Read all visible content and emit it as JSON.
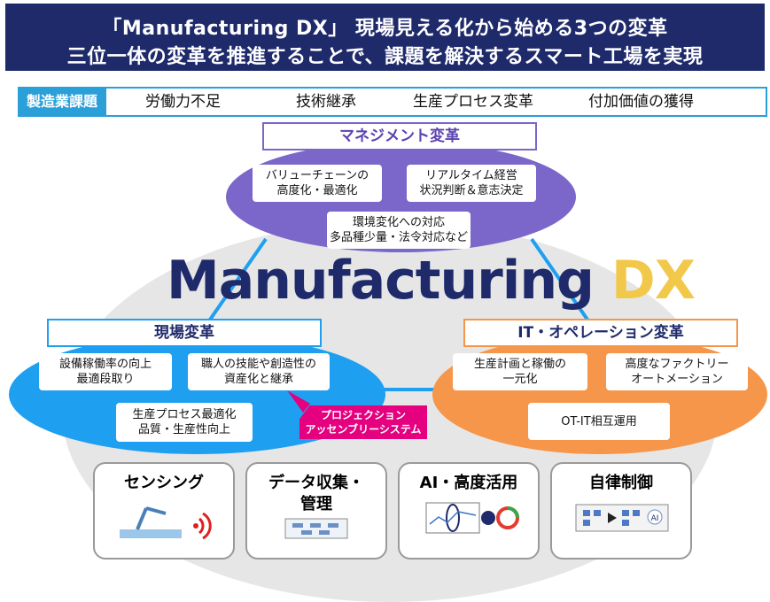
{
  "header": {
    "line1": "「Manufacturing DX」 現場見える化から始める3つの変革",
    "line2": "三位一体の変革を推進することで、課題を解決するスマート工場を実現"
  },
  "issues": {
    "label": "製造業課題",
    "items": [
      "労働力不足",
      "技術継承",
      "生産プロセス変革",
      "付加価値の獲得"
    ]
  },
  "management": {
    "title": "マネジメント変革",
    "box1": [
      "バリューチェーンの",
      "高度化・最適化"
    ],
    "box2": [
      "リアルタイム経営",
      "状況判断＆意志決定"
    ],
    "box3": [
      "環境変化への対応",
      "多品種少量・法令対応など"
    ]
  },
  "center_logo": {
    "main": "Manufacturing ",
    "accent": "DX"
  },
  "genba": {
    "title": "現場変革",
    "box1": [
      "設備稼働率の向上",
      "最適段取り"
    ],
    "box2": [
      "職人の技能や創造性の",
      "資産化と継承"
    ],
    "box3": [
      "生産プロセス最適化",
      "品質・生産性向上"
    ]
  },
  "projection_tag": [
    "プロジェクション",
    "アッセンブリーシステム"
  ],
  "it_ops": {
    "title": "IT・オペレーション変革",
    "box1": [
      "生産計画と稼働の",
      "一元化"
    ],
    "box2": [
      "高度なファクトリー",
      "オートメーション"
    ],
    "box3": [
      "OT-IT相互運用"
    ]
  },
  "cards": [
    {
      "title": "センシング"
    },
    {
      "title": "データ収集・\n管理"
    },
    {
      "title": "AI・高度活用"
    },
    {
      "title": "自律制御"
    }
  ],
  "ai_badge": "AI",
  "colors": {
    "navy": "#1f2a6b",
    "blue": "#2a9fd8",
    "purple": "#7b66c9",
    "cyan": "#1f9ff0",
    "orange": "#f5964a",
    "magenta": "#e4007f",
    "dx_yellow": "#f2c84a"
  }
}
